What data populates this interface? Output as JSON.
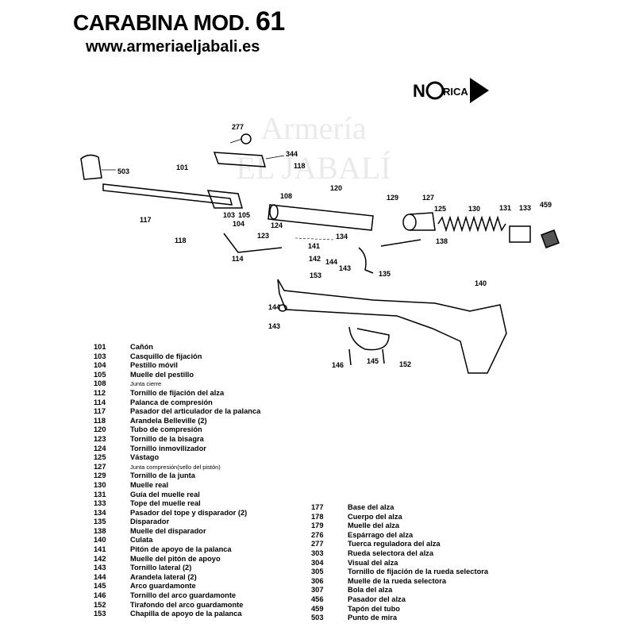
{
  "header": {
    "title": "CARABINA MOD.",
    "model_number": "61",
    "website": "www.armeriaeljabali.es"
  },
  "logo": {
    "brand": "NORICA"
  },
  "watermark": {
    "line1": "Armería",
    "line2": "EL JABALÍ"
  },
  "diagram": {
    "callouts": [
      "277",
      "344",
      "503",
      "101",
      "118",
      "108",
      "120",
      "129",
      "127",
      "125",
      "130",
      "131",
      "133",
      "459",
      "117",
      "118",
      "103",
      "105",
      "104",
      "124",
      "123",
      "134",
      "138",
      "141",
      "142",
      "144",
      "143",
      "153",
      "135",
      "114",
      "140",
      "144",
      "143",
      "146",
      "145",
      "152"
    ]
  },
  "parts_left": [
    {
      "num": "101",
      "name": "Cañón"
    },
    {
      "num": "103",
      "name": "Casquillo de fijación"
    },
    {
      "num": "104",
      "name": "Pestillo móvil"
    },
    {
      "num": "105",
      "name": "Muelle del pestillo"
    },
    {
      "num": "108",
      "name": "Junta cierre",
      "small": true
    },
    {
      "num": "112",
      "name": "Tornillo de fijación del alza"
    },
    {
      "num": "114",
      "name": "Palanca de compresión"
    },
    {
      "num": "117",
      "name": "Pasador del articulador de la palanca"
    },
    {
      "num": "118",
      "name": "Arandela Belleville (2)"
    },
    {
      "num": "120",
      "name": "Tubo de compresión"
    },
    {
      "num": "123",
      "name": "Tornillo de la bisagra"
    },
    {
      "num": "124",
      "name": "Tornillo inmovilizador"
    },
    {
      "num": "125",
      "name": "Vástago"
    },
    {
      "num": "127",
      "name": "Junta compresión(sello del pistón)",
      "small": true
    },
    {
      "num": "129",
      "name": "Tornillo de la junta"
    },
    {
      "num": "130",
      "name": "Muelle real"
    },
    {
      "num": "131",
      "name": "Guía del muelle real"
    },
    {
      "num": "133",
      "name": "Tope del muelle real"
    },
    {
      "num": "134",
      "name": "Pasador del tope y disparador (2)"
    },
    {
      "num": "135",
      "name": "Disparador"
    },
    {
      "num": "138",
      "name": "Muelle del disparador"
    },
    {
      "num": "140",
      "name": "Culata"
    },
    {
      "num": "141",
      "name": "Pitón de apoyo de la palanca"
    },
    {
      "num": "142",
      "name": "Muelle del pitón de apoyo"
    },
    {
      "num": "143",
      "name": "Tornillo lateral (2)"
    },
    {
      "num": "144",
      "name": "Arandela lateral (2)"
    },
    {
      "num": "145",
      "name": "Arco guardamonte"
    },
    {
      "num": "146",
      "name": "Tornillo del arco guardamonte"
    },
    {
      "num": "152",
      "name": "Tirafondo del arco guardamonte"
    },
    {
      "num": "153",
      "name": "Chapilla de apoyo de la palanca"
    }
  ],
  "parts_right": [
    {
      "num": "177",
      "name": "Base del alza"
    },
    {
      "num": "178",
      "name": "Cuerpo del alza"
    },
    {
      "num": "179",
      "name": "Muelle del alza"
    },
    {
      "num": "276",
      "name": "Espárrago del alza"
    },
    {
      "num": "277",
      "name": "Tuerca reguladora del alza"
    },
    {
      "num": "303",
      "name": "Rueda selectora del alza"
    },
    {
      "num": "304",
      "name": "Visual del alza"
    },
    {
      "num": "305",
      "name": "Tornillo de fijación de la rueda selectora"
    },
    {
      "num": "306",
      "name": "Muelle de la rueda selectora"
    },
    {
      "num": "307",
      "name": "Bola del alza"
    },
    {
      "num": "456",
      "name": "Pasador del alza"
    },
    {
      "num": "459",
      "name": "Tapón del tubo"
    },
    {
      "num": "503",
      "name": "Punto de mira"
    }
  ]
}
